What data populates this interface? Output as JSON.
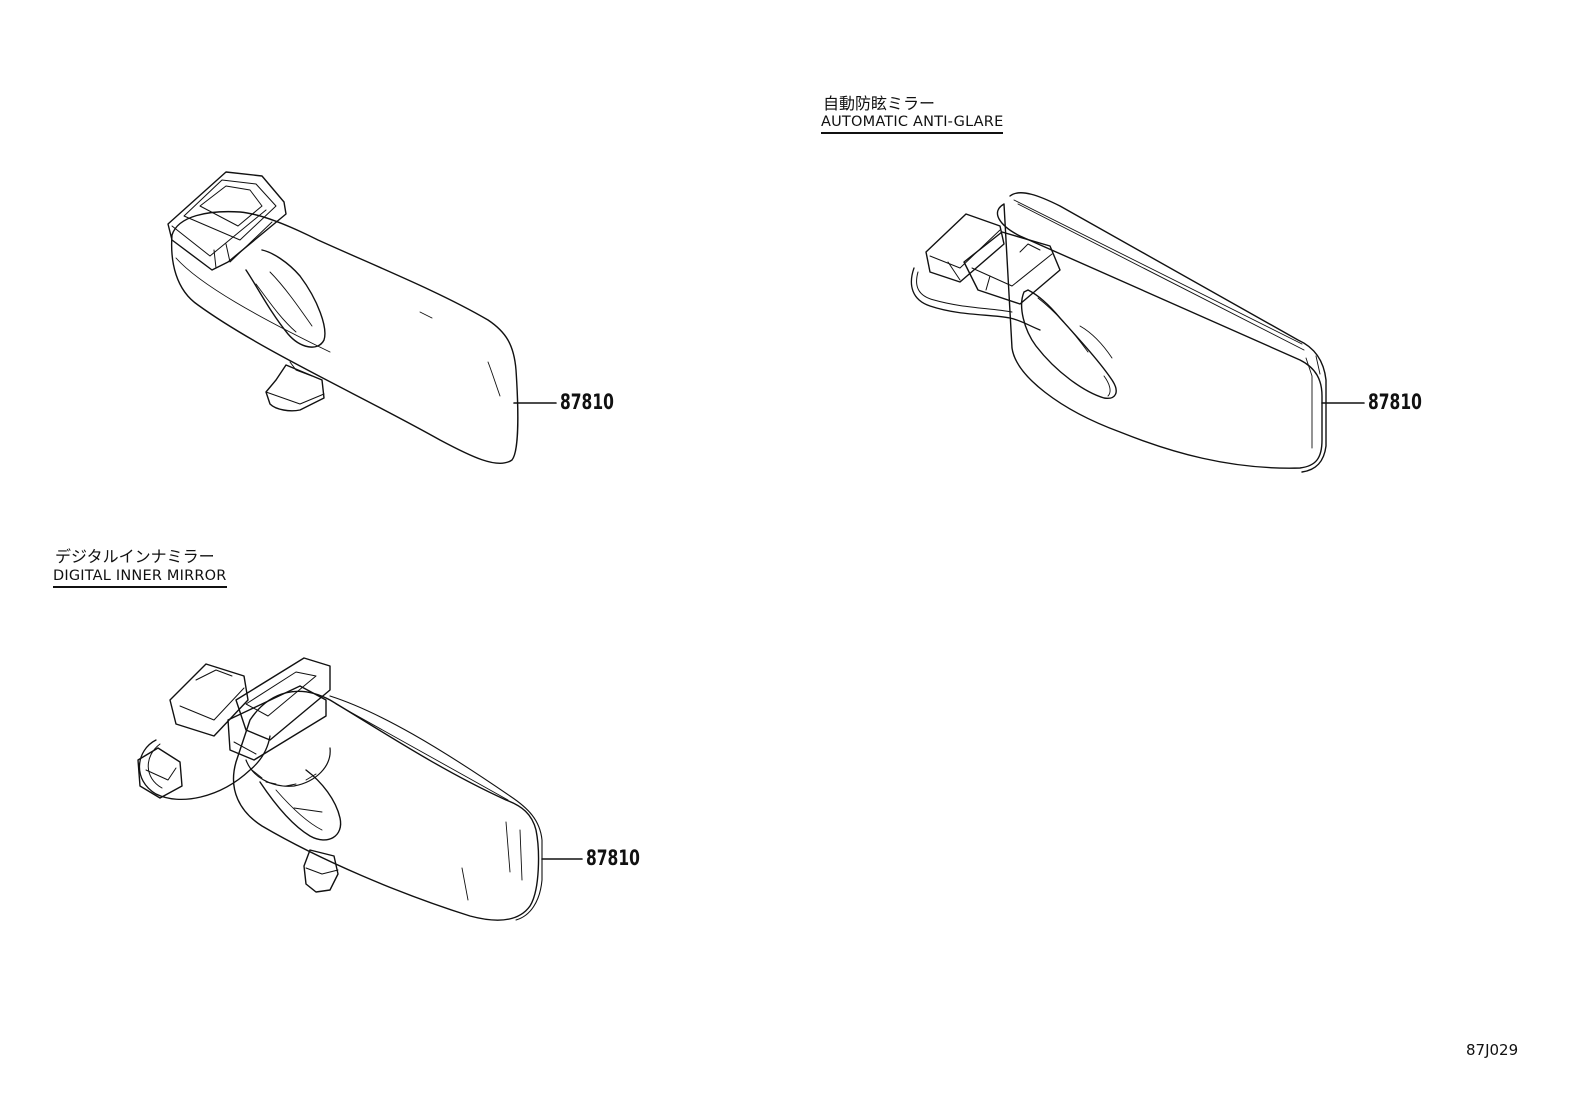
{
  "figure_id": "87J029",
  "variants": [
    {
      "jp_label": "",
      "en_label": "",
      "part_number": "87810"
    },
    {
      "jp_label": "自動防眩ミラー",
      "en_label": "AUTOMATIC ANTI-GLARE",
      "part_number": "87810"
    },
    {
      "jp_label": "デジタルインナミラー",
      "en_label": "DIGITAL INNER MIRROR",
      "part_number": "87810"
    }
  ]
}
